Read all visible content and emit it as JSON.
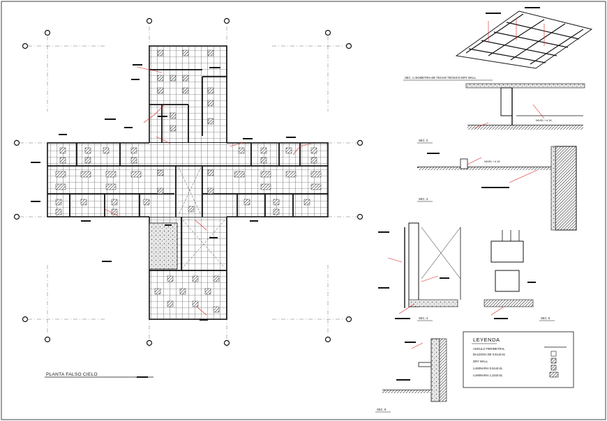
{
  "drawing": {
    "main_title": "PLANTA FALSO CIELO",
    "sections": {
      "iso": "SEC. 1  ISOMETRIA DE TECHO TECNICO DRY WALL",
      "sec2": "SEC. 2",
      "sec3": "SEC. 3",
      "sec4": "SEC. 4",
      "sec5": "SEC. 5",
      "sec6": "SEC. 6"
    },
    "notes": {
      "nivel1": "NIVEL +4.15",
      "nivel2": "NIVEL +4.15"
    },
    "legend": {
      "title": "LEYENDA",
      "items": [
        "ANGULO PERIMETRAL",
        "BALDOSA DE 0.61x0.61",
        "DRY WALL",
        "LUMINARIA 0.61x0.61",
        "LUMINARIA 1.22x0.61"
      ]
    }
  },
  "colors": {
    "ink": "#111111",
    "annotation": "#d42020",
    "hatch_fill": "#d9d9d9",
    "background": "#ffffff"
  }
}
